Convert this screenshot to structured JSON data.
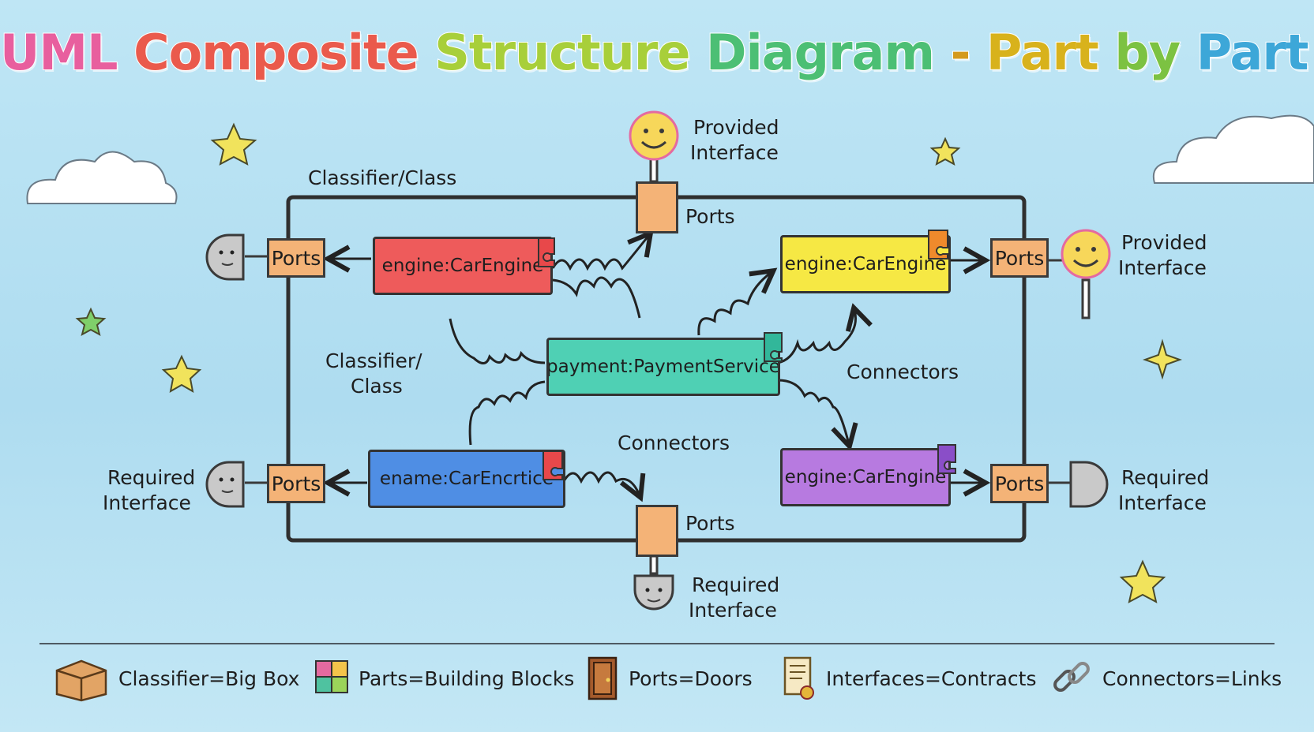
{
  "title_words": [
    {
      "text": "UML",
      "color": "#e85f9e"
    },
    {
      "text": "Composite",
      "color": "#ea5a4c"
    },
    {
      "text": "Structure",
      "color": "#a8cf3a"
    },
    {
      "text": "Diagram",
      "color": "#4cbf74"
    },
    {
      "text": "-",
      "color": "#d49a1d"
    },
    {
      "text": "Part",
      "color": "#d8b21c"
    },
    {
      "text": "by",
      "color": "#7cc242"
    },
    {
      "text": "Part!",
      "color": "#3da7d8"
    }
  ],
  "labels": {
    "classifier_top": "Classifier/Class",
    "classifier_mid_1": "Classifier/",
    "classifier_mid_2": "Class",
    "connectors_right": "Connectors",
    "connectors_bottom": "Connectors",
    "provided_top_1": "Provided",
    "provided_top_2": "Interface",
    "provided_right_1": "Provided",
    "provided_right_2": "Interface",
    "required_left_1": "Required",
    "required_left_2": "Interface",
    "required_right_1": "Required",
    "required_right_2": "Interface",
    "required_bottom_1": "Required",
    "required_bottom_2": "Interface"
  },
  "ports": {
    "top": "Ports",
    "bottom": "Ports",
    "left_upper": "Ports",
    "left_lower": "Ports",
    "right_upper": "Ports",
    "right_lower": "Ports"
  },
  "parts": {
    "red": {
      "label": "engine:CarEngine",
      "color": "#ee5b5b"
    },
    "yellow": {
      "label": "engine:CarEngine",
      "color": "#f6e844"
    },
    "teal": {
      "label": "payment:PaymentService",
      "color": "#4fd0b4"
    },
    "blue": {
      "label": "ename:CarEncrtice",
      "color": "#4f8ee4"
    },
    "purple": {
      "label": "engine:CarEngine",
      "color": "#b77ae0"
    }
  },
  "legend": [
    {
      "label": "Classifier=Big Box",
      "icon": "box-icon"
    },
    {
      "label": "Parts=Building Blocks",
      "icon": "puzzle-icon"
    },
    {
      "label": "Ports=Doors",
      "icon": "door-icon"
    },
    {
      "label": "Interfaces=Contracts",
      "icon": "scroll-icon"
    },
    {
      "label": "Connectors=Links",
      "icon": "chain-link-icon"
    }
  ]
}
